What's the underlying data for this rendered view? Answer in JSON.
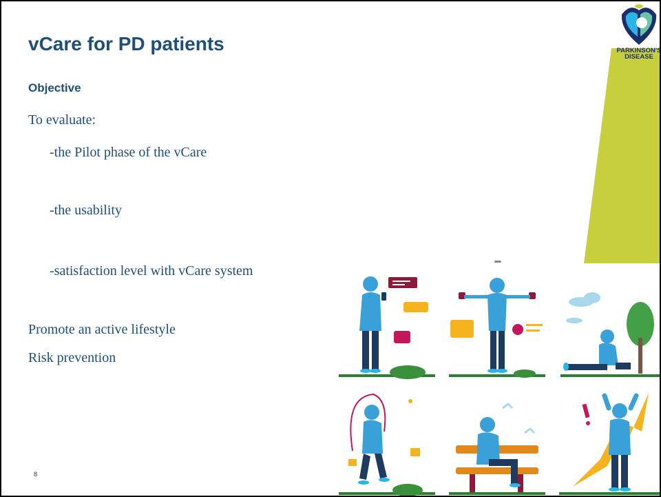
{
  "slide": {
    "title": "vCare for PD patients",
    "subheading": "Objective",
    "lines": {
      "intro": "To evaluate:",
      "item1": "-the Pilot phase of the vCare",
      "item2": "-the usability",
      "item3": "-satisfaction level with vCare system",
      "goal1": "Promote an active lifestyle",
      "goal2": "Risk prevention"
    },
    "page_number": "8"
  },
  "logo": {
    "line1": "PARKINSON'S",
    "line2": "DISEASE"
  },
  "colors": {
    "title": "#1f4e79",
    "accent_wedge": "#c8cf3c",
    "logo_blue": "#1a2f6b",
    "logo_cyan": "#29b5e8"
  },
  "illustrations": [
    "person-with-phone-and-chat-bubbles",
    "person-lifting-dumbbells",
    "person-stretching-near-tree",
    "person-jumping-rope",
    "person-sitting-on-bench",
    "person-cheering-with-arrow"
  ]
}
